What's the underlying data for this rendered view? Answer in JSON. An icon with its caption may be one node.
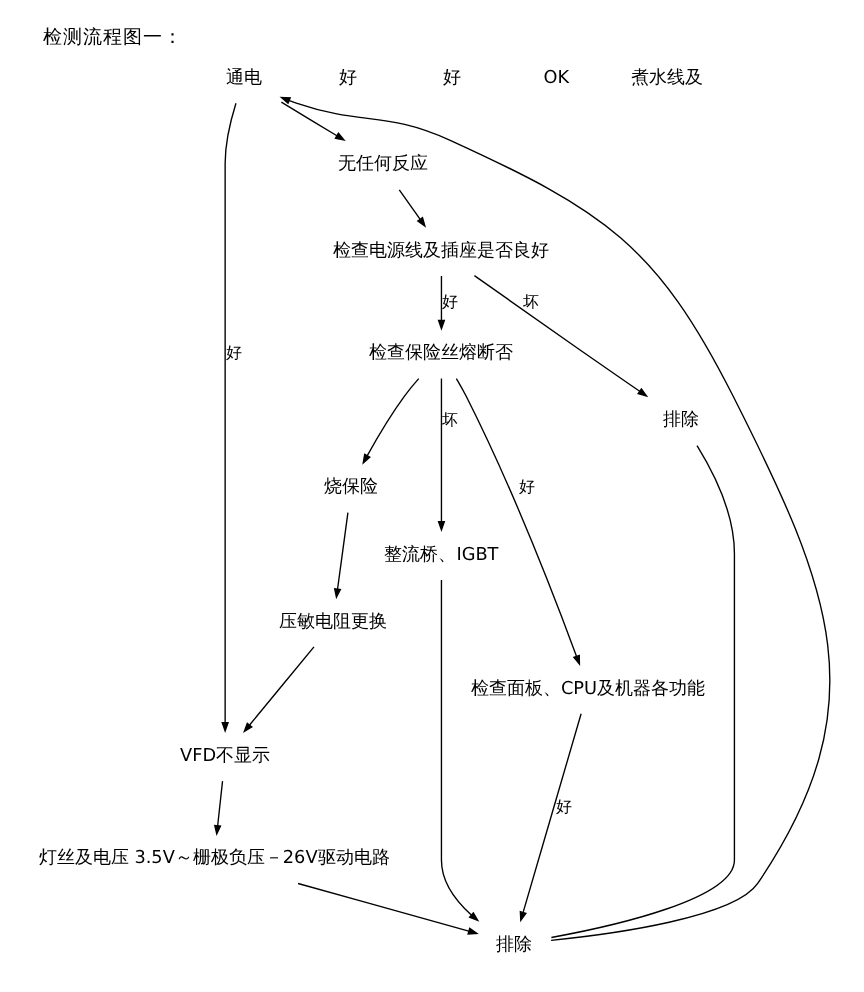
{
  "diagram": {
    "title": "检测流程图一：",
    "nodes": [
      {
        "text": [
          "通电"
        ]
      },
      {
        "text": [
          "无任何反应"
        ]
      },
      {
        "text": [
          "检查电源线及插座是否良好"
        ]
      },
      {
        "text": [
          "排除"
        ]
      },
      {
        "text": [
          "检查保险丝熔断否"
        ]
      },
      {
        "text": [
          "整流桥、IGBT"
        ]
      },
      {
        "text": [
          "烧保险"
        ]
      },
      {
        "text": [
          "压敏电阻更换"
        ]
      },
      {
        "text": [
          "检查面板、CPU及机器各功能"
        ]
      },
      {
        "text": [
          "VFD不显示"
        ]
      },
      {
        "text": [
          "灯丝及电压 3.5V～栅极负压－26V驱动电路"
        ]
      },
      {
        "text": [
          "排除"
        ]
      }
    ],
    "edges": [
      {
        "from": 0,
        "to": 1,
        "arrow": "to"
      },
      {
        "from": 1,
        "to": 2,
        "arrow": "to"
      },
      {
        "from": 2,
        "to": 3,
        "label": "坏",
        "arrow": "to"
      },
      {
        "from": 2,
        "to": 4,
        "label": "好",
        "arrow": "to"
      },
      {
        "from": 4,
        "to": 5,
        "label": "坏",
        "arrow": "to"
      },
      {
        "from": 4,
        "to": 6,
        "arrow": "to"
      },
      {
        "from": 6,
        "to": 7,
        "arrow": "to"
      },
      {
        "from": 4,
        "to": 8,
        "label": "好",
        "arrow": "to"
      },
      {
        "from": 0,
        "to": 9,
        "label": "好",
        "arrow": "to"
      },
      {
        "from": 7,
        "to": 9,
        "arrow": "to"
      },
      {
        "from": 9,
        "to": 10,
        "arrow": "to"
      },
      {
        "from": 10,
        "to": 11,
        "arrow": "to"
      },
      {
        "from": 8,
        "to": 11,
        "label": "好",
        "arrow": "to"
      },
      {
        "from": 5,
        "to": 11,
        "arrow": "to"
      },
      {
        "from": 3,
        "to": 11,
        "arrow": "none"
      },
      {
        "from": 11,
        "to": 0,
        "arrow": "to"
      }
    ],
    "labels": [
      "好",
      "好",
      "OK",
      "煮水线及"
    ]
  }
}
